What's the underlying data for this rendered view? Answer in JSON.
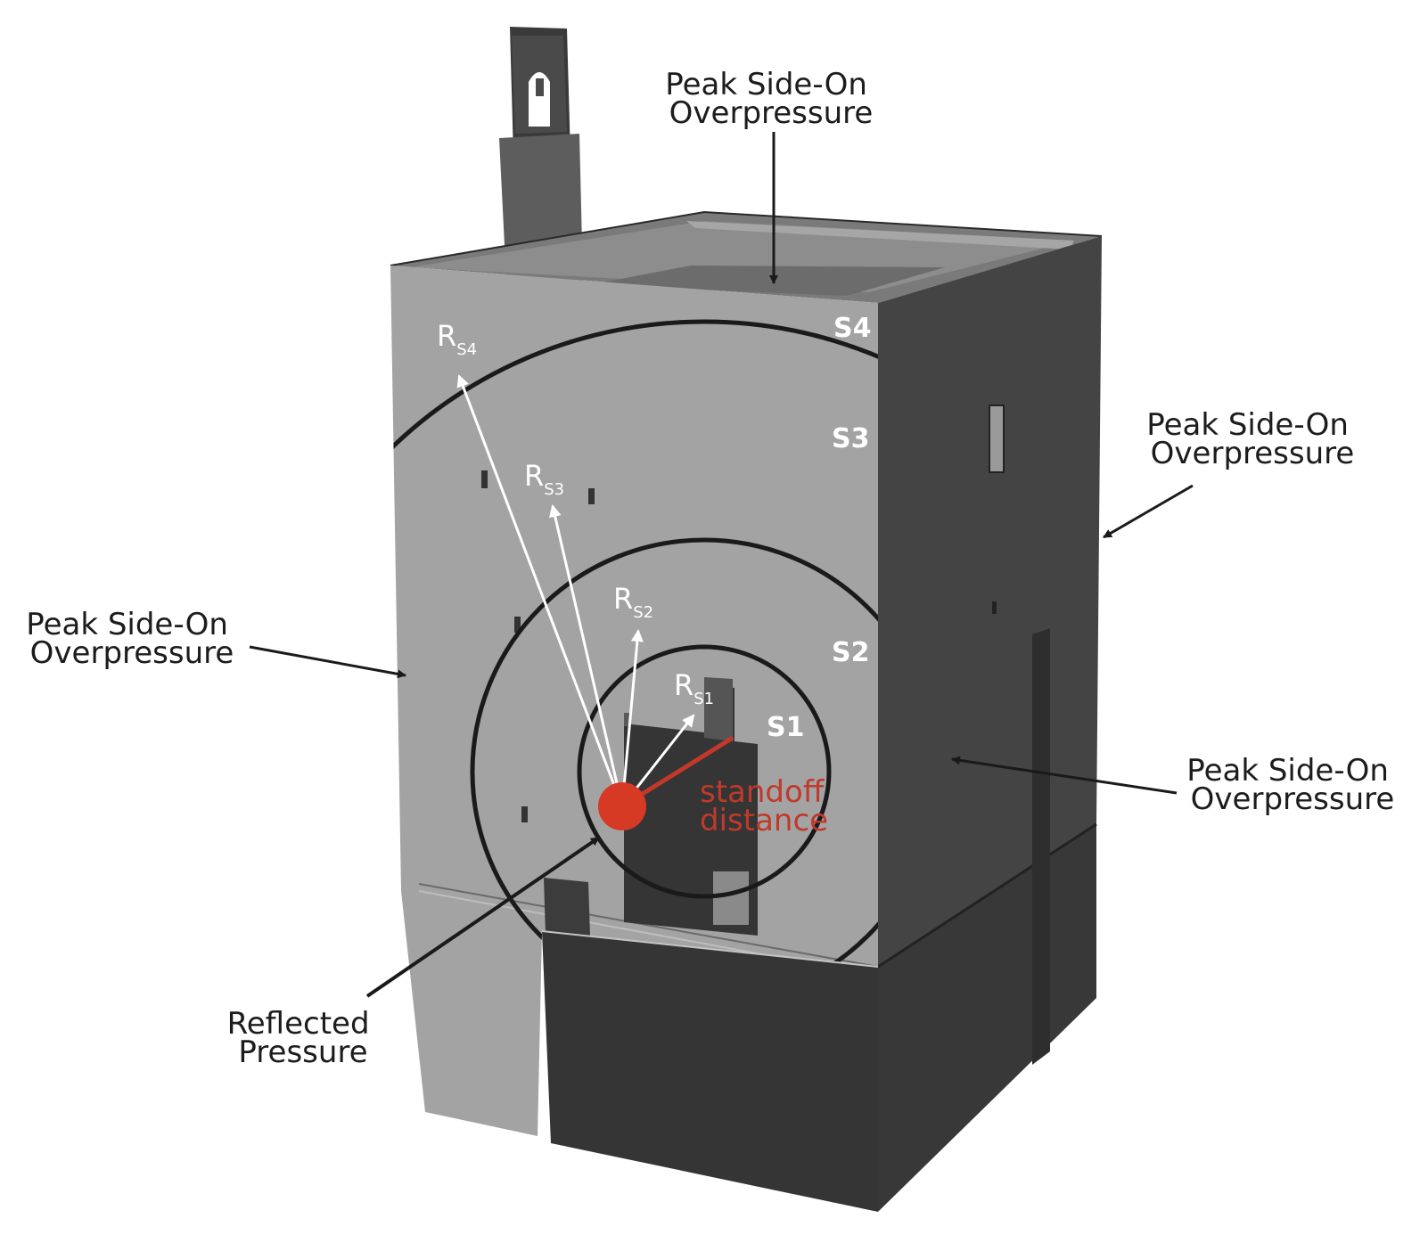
{
  "callouts": {
    "top": [
      "Peak Side-On",
      "Overpressure"
    ],
    "right_upper": [
      "Peak Side-On",
      "Overpressure"
    ],
    "left": [
      "Peak Side-On",
      "Overpressure"
    ],
    "right_lower": [
      "Peak Side-On",
      "Overpressure"
    ],
    "reflected": [
      "Reflected",
      "Pressure"
    ]
  },
  "zones": [
    "S1",
    "S2",
    "S3",
    "S4"
  ],
  "radii": [
    {
      "main": "R",
      "sub": "S1"
    },
    {
      "main": "R",
      "sub": "S2"
    },
    {
      "main": "R",
      "sub": "S3"
    },
    {
      "main": "R",
      "sub": "S4"
    }
  ],
  "standoff": [
    "standoff",
    "distance"
  ],
  "colors": {
    "front_face": "#a3a3a3",
    "side_face": "#444444",
    "dark_block": "#353535",
    "ring": "#1a1a1a",
    "charge": "#d63a25",
    "standoff": "#c0392b"
  }
}
